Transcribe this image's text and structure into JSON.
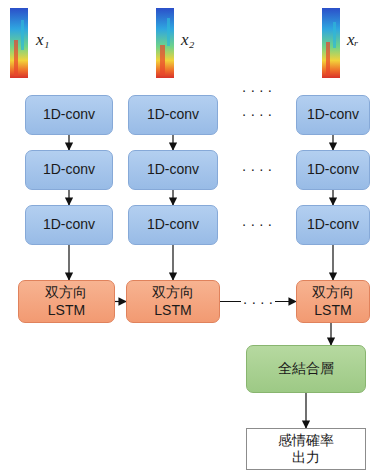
{
  "diagram": {
    "nodes": [
      {
        "text": [
          "1D-conv"
        ]
      },
      {
        "text": [
          "1D-conv"
        ]
      },
      {
        "text": [
          "1D-conv"
        ]
      },
      {
        "text": [
          "双方向 LSTM"
        ]
      },
      {
        "text": [
          "1D-conv"
        ]
      },
      {
        "text": [
          "1D-conv"
        ]
      },
      {
        "text": [
          "1D-conv"
        ]
      },
      {
        "text": [
          "双方向 LSTM"
        ]
      },
      {
        "text": [
          "1D-conv"
        ]
      },
      {
        "text": [
          "1D-conv"
        ]
      },
      {
        "text": [
          "1D-conv"
        ]
      },
      {
        "text": [
          "双方向 LSTM"
        ]
      },
      {
        "text": [
          "全結合層"
        ]
      },
      {
        "text": [
          "感情確率 出力"
        ]
      }
    ],
    "edges": [
      {
        "from": 0,
        "to": 1,
        "arrow": "to"
      },
      {
        "from": 1,
        "to": 2,
        "arrow": "to"
      },
      {
        "from": 2,
        "to": 3,
        "arrow": "to"
      },
      {
        "from": 4,
        "to": 5,
        "arrow": "to"
      },
      {
        "from": 5,
        "to": 6,
        "arrow": "to"
      },
      {
        "from": 6,
        "to": 7,
        "arrow": "to"
      },
      {
        "from": 8,
        "to": 9,
        "arrow": "to"
      },
      {
        "from": 9,
        "to": 10,
        "arrow": "to"
      },
      {
        "from": 10,
        "to": 11,
        "arrow": "to"
      },
      {
        "from": 3,
        "to": 7,
        "arrow": "to"
      },
      {
        "from": 7,
        "to": 11,
        "label": "· · · ·",
        "arrow": "to"
      },
      {
        "from": 11,
        "to": 12,
        "arrow": "to"
      },
      {
        "from": 12,
        "to": 13,
        "arrow": "to"
      }
    ],
    "labels": [
      "x₁",
      "x₂",
      "xᵣ",
      "· · · ·",
      "· · · ·",
      "· · · ·",
      "· · · ·"
    ]
  }
}
